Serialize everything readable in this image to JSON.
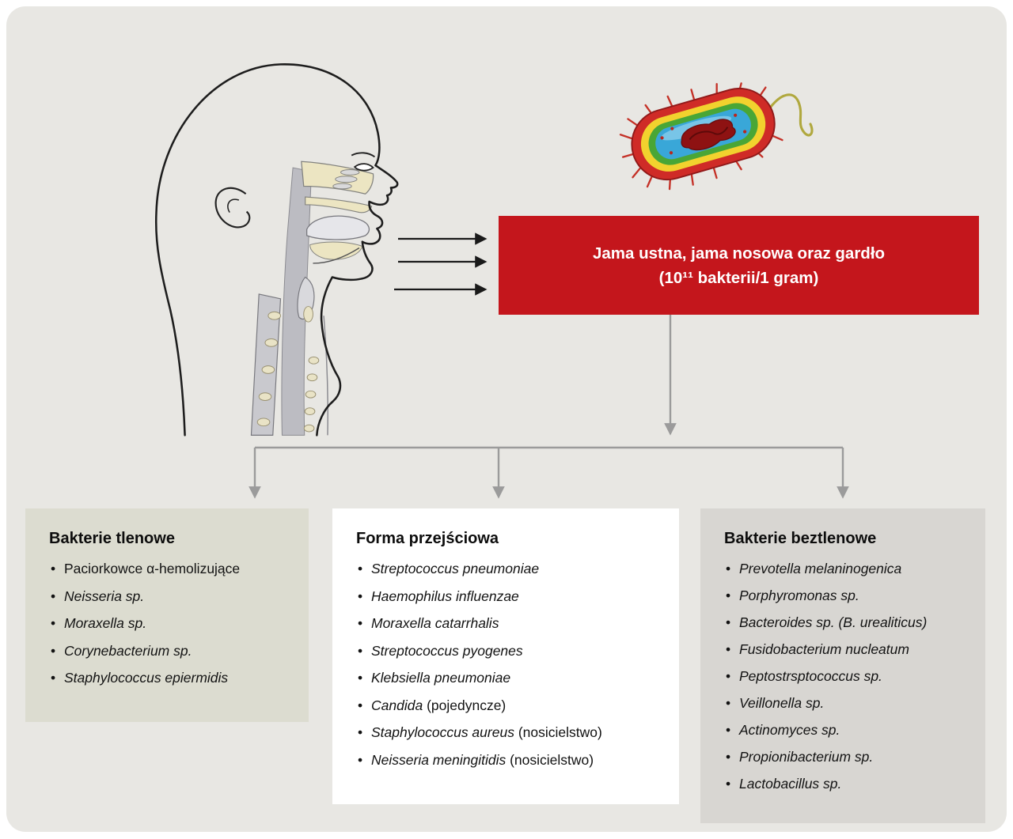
{
  "diagram": {
    "red_box": {
      "line1": "Jama ustna, jama nosowa oraz gardło",
      "line2": "(10¹¹ bakterii/1 gram)"
    },
    "boxes": [
      {
        "title": "Bakterie tlenowe",
        "items": [
          {
            "i": "",
            "r": "Paciorkowce α-hemolizujące"
          },
          {
            "i": "Neisseria sp.",
            "r": ""
          },
          {
            "i": "Moraxella sp.",
            "r": ""
          },
          {
            "i": "Corynebacterium sp.",
            "r": ""
          },
          {
            "i": "Staphylococcus epiermidis",
            "r": ""
          }
        ]
      },
      {
        "title": "Forma przejściowa",
        "items": [
          {
            "i": "Streptococcus pneumoniae",
            "r": ""
          },
          {
            "i": "Haemophilus influenzae",
            "r": ""
          },
          {
            "i": "Moraxella catarrhalis",
            "r": ""
          },
          {
            "i": "Streptococcus pyogenes",
            "r": ""
          },
          {
            "i": "Klebsiella pneumoniae",
            "r": ""
          },
          {
            "i": "Candida",
            "r": " (pojedyncze)"
          },
          {
            "i": "Staphylococcus aureus",
            "r": " (nosicielstwo)"
          },
          {
            "i": "Neisseria meningitidis",
            "r": " (nosicielstwo)"
          }
        ]
      },
      {
        "title": "Bakterie beztlenowe",
        "items": [
          {
            "i": "Prevotella melaninogenica",
            "r": ""
          },
          {
            "i": "Porphyromonas sp.",
            "r": ""
          },
          {
            "i": "Bacteroides sp. (B. urealiticus)",
            "r": ""
          },
          {
            "i": "Fusidobacterium nucleatum",
            "r": ""
          },
          {
            "i": "Peptostrsptococcus sp.",
            "r": ""
          },
          {
            "i": "Veillonella sp.",
            "r": ""
          },
          {
            "i": "Actinomyces sp.",
            "r": ""
          },
          {
            "i": "Propionibacterium sp.",
            "r": ""
          },
          {
            "i": "Lactobacillus sp.",
            "r": ""
          }
        ]
      }
    ],
    "icons": {
      "head": "human-head-cross-section-illustration",
      "bacterium": "bacterium-illustration"
    },
    "colors": {
      "panel_background": "#e8e7e3",
      "red_box_bg": "#c4161c",
      "red_box_text": "#ffffff",
      "box_aerobic_bg": "#dcdcd0",
      "box_transitional_bg": "#ffffff",
      "box_anaerobic_bg": "#d8d6d2",
      "arrow_gray": "#9b9b9b",
      "arrow_black": "#1a1a1a"
    }
  }
}
